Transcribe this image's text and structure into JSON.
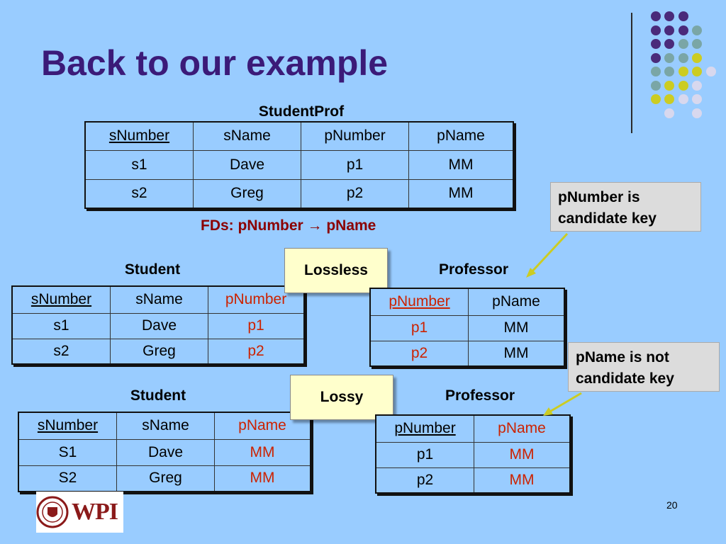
{
  "title": "Back to our example",
  "studentprof": {
    "caption": "StudentProf",
    "headers": [
      "sNumber",
      "sName",
      "pNumber",
      "pName"
    ],
    "rows": [
      [
        "s1",
        "Dave",
        "p1",
        "MM"
      ],
      [
        "s2",
        "Greg",
        "p2",
        "MM"
      ]
    ]
  },
  "fds": "FDs: pNumber → pName",
  "lossless": {
    "label": "Lossless",
    "student": {
      "caption": "Student",
      "headers": [
        "sNumber",
        "sName",
        "pNumber"
      ],
      "rows": [
        [
          "s1",
          "Dave",
          "p1"
        ],
        [
          "s2",
          "Greg",
          "p2"
        ]
      ]
    },
    "professor": {
      "caption": "Professor",
      "headers": [
        "pNumber",
        "pName"
      ],
      "rows": [
        [
          "p1",
          "MM"
        ],
        [
          "p2",
          "MM"
        ]
      ]
    },
    "note": "pNumber is candidate key"
  },
  "lossy": {
    "label": "Lossy",
    "student": {
      "caption": "Student",
      "headers": [
        "sNumber",
        "sName",
        "pName"
      ],
      "rows": [
        [
          "S1",
          "Dave",
          "MM"
        ],
        [
          "S2",
          "Greg",
          "MM"
        ]
      ]
    },
    "professor": {
      "caption": "Professor",
      "headers": [
        "pNumber",
        "pName"
      ],
      "rows": [
        [
          "p1",
          "MM"
        ],
        [
          "p2",
          "MM"
        ]
      ]
    },
    "note": "pName is not candidate key"
  },
  "page_number": "20",
  "logo_text": "WPI",
  "colors": {
    "background": "#99ccff",
    "title": "#3b1a78",
    "highlight": "#cc2200",
    "fds": "#8b0000",
    "callout": "#ffffcc",
    "note": "#dcdcdc",
    "dot_purple": "#4a2a7a",
    "dot_teal": "#7aa6a6",
    "dot_yellow": "#cccc22",
    "dot_light": "#d8d8ee"
  }
}
